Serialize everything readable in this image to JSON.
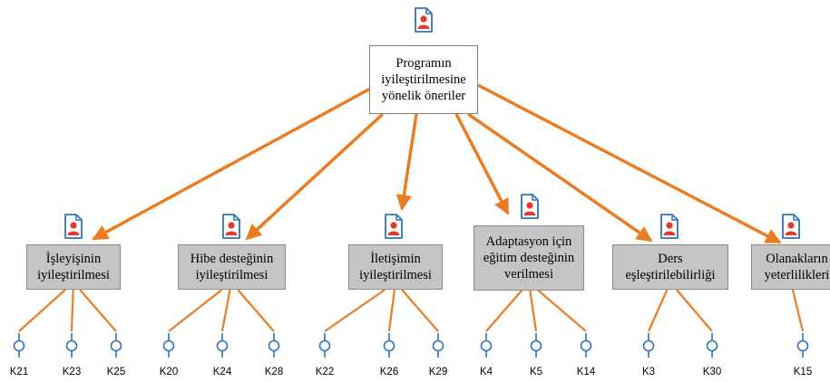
{
  "root": {
    "label": "Programın\niyileştirilmesine\nyönelik öneriler",
    "icon": "document-person-icon"
  },
  "categories": [
    {
      "label": "İşleyişinin\niyileştirilmesi",
      "icon": "document-person-icon",
      "codes": [
        "K21",
        "K23",
        "K25"
      ]
    },
    {
      "label": "Hibe desteğinin\niyileştirilmesi",
      "icon": "document-person-icon",
      "codes": [
        "K20",
        "K24",
        "K28"
      ]
    },
    {
      "label": "İletişimin\niyileştirilmesi",
      "icon": "document-person-icon",
      "codes": [
        "K22",
        "K26",
        "K29"
      ]
    },
    {
      "label": "Adaptasyon için\neğitim desteğinin\nverilmesi",
      "icon": "document-person-icon",
      "codes": [
        "K4",
        "K5",
        "K14"
      ]
    },
    {
      "label": "Ders\neşleştirilebilirliği",
      "icon": "document-person-icon",
      "codes": [
        "K3",
        "K30"
      ]
    },
    {
      "label": "Olanakların\nyeterlilikleri",
      "icon": "document-person-icon",
      "codes": [
        "K15"
      ]
    }
  ],
  "colors": {
    "arrow": "#ec7c22",
    "code_marker": "#2e75b6",
    "icon_border": "#2e75b6",
    "icon_person": "#e03a2e",
    "category_fill": "#c4c4c4"
  }
}
